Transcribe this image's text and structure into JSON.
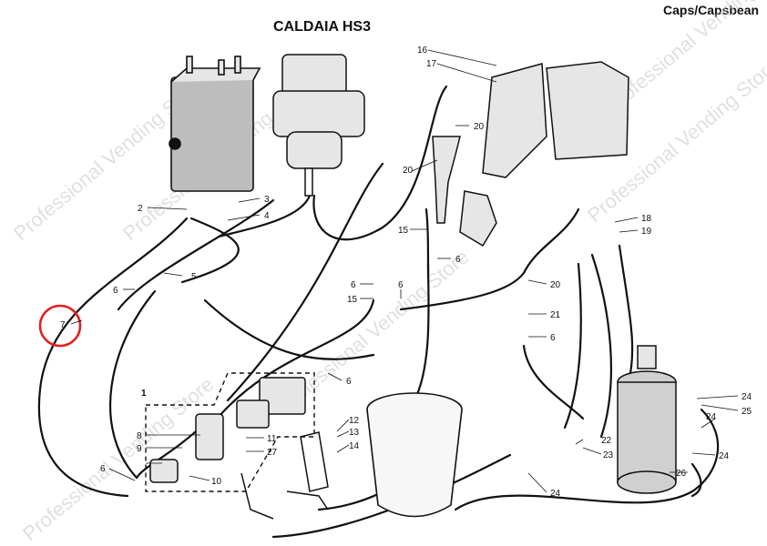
{
  "header": {
    "brand": "Caps/Capsbean",
    "assembly_title": "CALDAIA HS3"
  },
  "watermark": "Professional Vending Store",
  "highlight": {
    "part": "7",
    "color": "#e02020"
  },
  "colors": {
    "line": "#111111",
    "component_fill": "#e6e6e6",
    "dark_fill": "#bdbdbd"
  },
  "parts": [
    "1",
    "2",
    "3",
    "4",
    "5",
    "6",
    "7",
    "8",
    "9",
    "10",
    "11",
    "12",
    "13",
    "14",
    "15",
    "16",
    "17",
    "18",
    "19",
    "20",
    "21",
    "22",
    "23",
    "24",
    "25",
    "26",
    "27"
  ]
}
